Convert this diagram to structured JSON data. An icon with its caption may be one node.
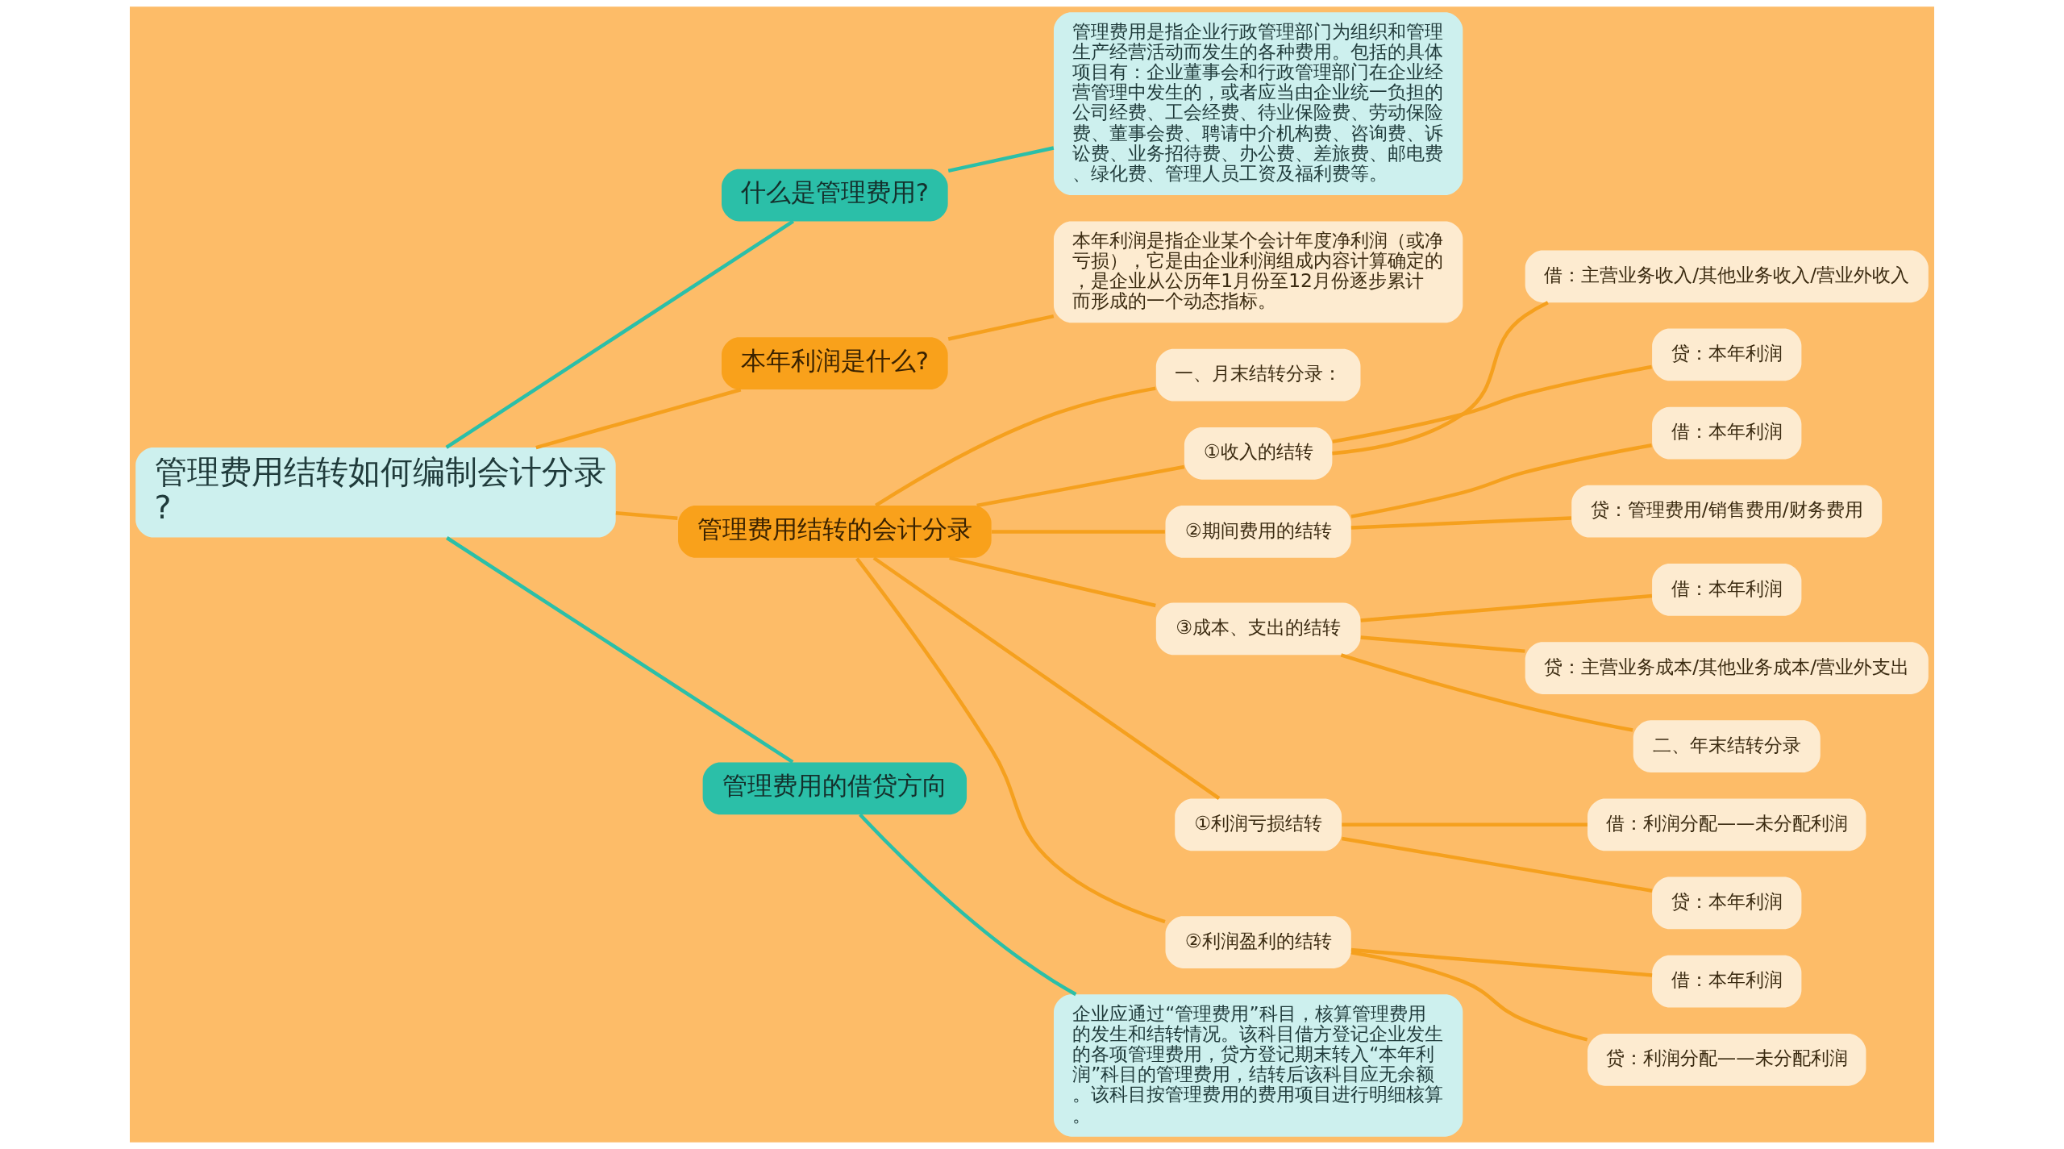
{
  "diagram": {
    "nodes": [
      {
        "text": [
          "管理费用结转如何编制会计分录?"
        ]
      },
      {
        "text": [
          "什么是管理费用?"
        ]
      },
      {
        "text": [
          "管理费用是指企业行政管理部门为组织和管理生产经营活动而发生的各种费用。包括的具体项目有：企业董事会和行政管理部门在企业经营管理中发生的，或者应当由企业统一负担的公司经费、工会经费、待业保险费、劳动保险费、董事会费、聘请中介机构费、咨询费、诉讼费、业务招待费、办公费、差旅费、邮电费、绿化费、管理人员工资及福利费等。"
        ]
      },
      {
        "text": [
          "本年利润是什么?"
        ]
      },
      {
        "text": [
          "本年利润是指企业某个会计年度净利润（或净亏损），它是由企业利润组成内容计算确定的，是企业从公历年1月份至12月份逐步累计而形成的一个动态指标。"
        ]
      },
      {
        "text": [
          "管理费用结转的会计分录"
        ]
      },
      {
        "text": [
          "一、月末结转分录："
        ]
      },
      {
        "text": [
          "①收入的结转"
        ]
      },
      {
        "text": [
          "借：主营业务收入/其他业务收入/营业外收入"
        ]
      },
      {
        "text": [
          "贷：本年利润"
        ]
      },
      {
        "text": [
          "②期间费用的结转"
        ]
      },
      {
        "text": [
          "借：本年利润"
        ]
      },
      {
        "text": [
          "贷：管理费用/销售费用/财务费用"
        ]
      },
      {
        "text": [
          "③成本、支出的结转"
        ]
      },
      {
        "text": [
          "借：本年利润"
        ]
      },
      {
        "text": [
          "贷：主营业务成本/其他业务成本/营业外支出"
        ]
      },
      {
        "text": [
          "二、年末结转分录"
        ]
      },
      {
        "text": [
          "①利润亏损结转"
        ]
      },
      {
        "text": [
          "借：利润分配——未分配利润"
        ]
      },
      {
        "text": [
          "贷：本年利润"
        ]
      },
      {
        "text": [
          "②利润盈利的结转"
        ]
      },
      {
        "text": [
          "借：本年利润"
        ]
      },
      {
        "text": [
          "贷：利润分配——未分配利润"
        ]
      },
      {
        "text": [
          "管理费用的借贷方向"
        ]
      },
      {
        "text": [
          "企业应通过“管理费用”科目，核算管理费用的发生和结转情况。该科目借方登记企业发生的各项管理费用，贷方登记期末转入“本年利润”科目的管理费用，结转后该科目应无余额。该科目按管理费用的费用项目进行明细核算。"
        ]
      }
    ],
    "edges": [
      {
        "from": 0,
        "to": 1,
        "arrow": "none",
        "color": "#2bbfa8"
      },
      {
        "from": 1,
        "to": 2,
        "arrow": "none",
        "color": "#2bbfa8"
      },
      {
        "from": 0,
        "to": 3,
        "arrow": "none"
      },
      {
        "from": 3,
        "to": 4,
        "arrow": "none"
      },
      {
        "from": 0,
        "to": 5,
        "arrow": "none"
      },
      {
        "from": 5,
        "to": 6,
        "arrow": "none"
      },
      {
        "from": 5,
        "to": 7,
        "arrow": "none"
      },
      {
        "from": 7,
        "to": 8,
        "arrow": "none"
      },
      {
        "from": 7,
        "to": 9,
        "arrow": "none"
      },
      {
        "from": 5,
        "to": 10,
        "arrow": "none"
      },
      {
        "from": 10,
        "to": 11,
        "arrow": "none"
      },
      {
        "from": 10,
        "to": 12,
        "arrow": "none"
      },
      {
        "from": 5,
        "to": 13,
        "arrow": "none"
      },
      {
        "from": 13,
        "to": 14,
        "arrow": "none"
      },
      {
        "from": 13,
        "to": 15,
        "arrow": "none"
      },
      {
        "from": 13,
        "to": 16,
        "arrow": "none"
      },
      {
        "from": 5,
        "to": 17,
        "arrow": "none"
      },
      {
        "from": 17,
        "to": 18,
        "arrow": "none"
      },
      {
        "from": 17,
        "to": 19,
        "arrow": "none"
      },
      {
        "from": 5,
        "to": 20,
        "arrow": "none"
      },
      {
        "from": 20,
        "to": 21,
        "arrow": "none"
      },
      {
        "from": 20,
        "to": 22,
        "arrow": "none"
      },
      {
        "from": 0,
        "to": 23,
        "arrow": "none",
        "color": "#2bbfa8"
      },
      {
        "from": 23,
        "to": 24,
        "arrow": "none",
        "color": "#2bbfa8"
      }
    ]
  }
}
